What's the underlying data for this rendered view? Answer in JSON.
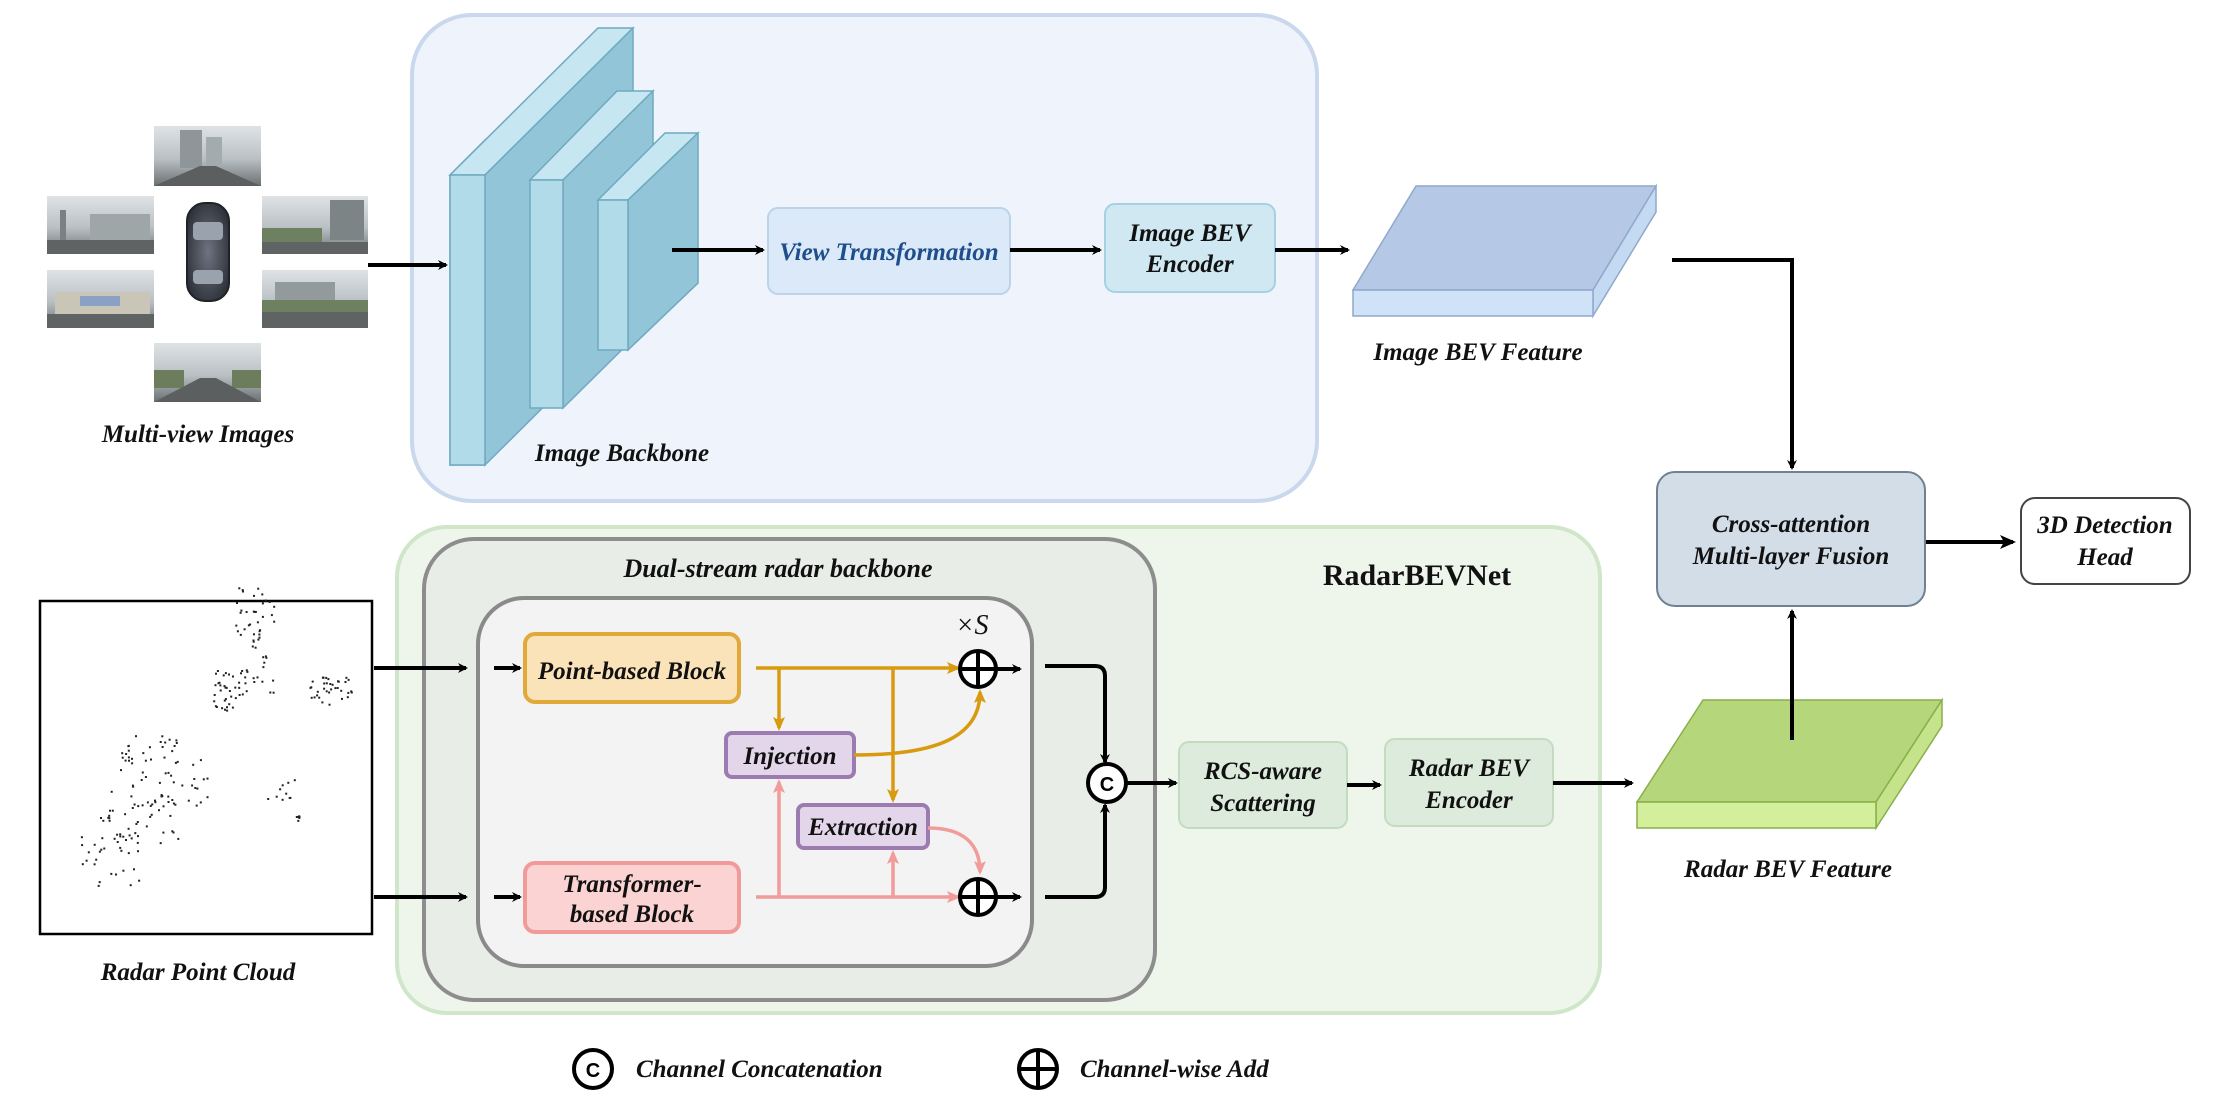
{
  "labels": {
    "multi_view_images": "Multi-view Images",
    "image_backbone": "Image Backbone",
    "view_transformation": "View Transformation",
    "image_bev_encoder_line1": "Image BEV",
    "image_bev_encoder_line2": "Encoder",
    "image_bev_feature": "Image BEV Feature",
    "radar_point_cloud": "Radar Point Cloud",
    "dual_stream": "Dual-stream radar backbone",
    "radarbevnet": "RadarBEVNet",
    "repeat_times": "×S",
    "point_block": "Point-based Block",
    "transformer_block_line1": "Transformer-",
    "transformer_block_line2": "based Block",
    "injection": "Injection",
    "extraction": "Extraction",
    "rcs_line1": "RCS-aware",
    "rcs_line2": "Scattering",
    "radar_bev_encoder_line1": "Radar BEV",
    "radar_bev_encoder_line2": "Encoder",
    "radar_bev_feature": "Radar BEV Feature",
    "fusion_line1": "Cross-attention",
    "fusion_line2": "Multi-layer Fusion",
    "det_head_line1": "3D Detection",
    "det_head_line2": "Head",
    "concat_symbol": "C",
    "legend_concat": "Channel Concatenation",
    "legend_add": "Channel-wise Add"
  },
  "colors": {
    "image_region": "#eef3fc",
    "image_region_border": "#c9d8ec",
    "radar_region": "#eef6ec",
    "radar_region_border": "#cfe6c8",
    "backbone_face": "#b2dbe9",
    "view_transform_text": "#1f4e8c",
    "point_block_fill": "#fbe3b9",
    "point_block_border": "#e0a93a",
    "transformer_fill": "#fbd3d3",
    "transformer_border": "#f19a9a",
    "injection_fill": "#e4d6ea",
    "injection_border": "#9b7bb0",
    "gold_arrow": "#d89b10",
    "pink_arrow": "#f29b9b",
    "image_bev_top": "#b5c9e6",
    "radar_bev_top": "#b5d67a",
    "fusion_fill": "#d2dde8"
  }
}
